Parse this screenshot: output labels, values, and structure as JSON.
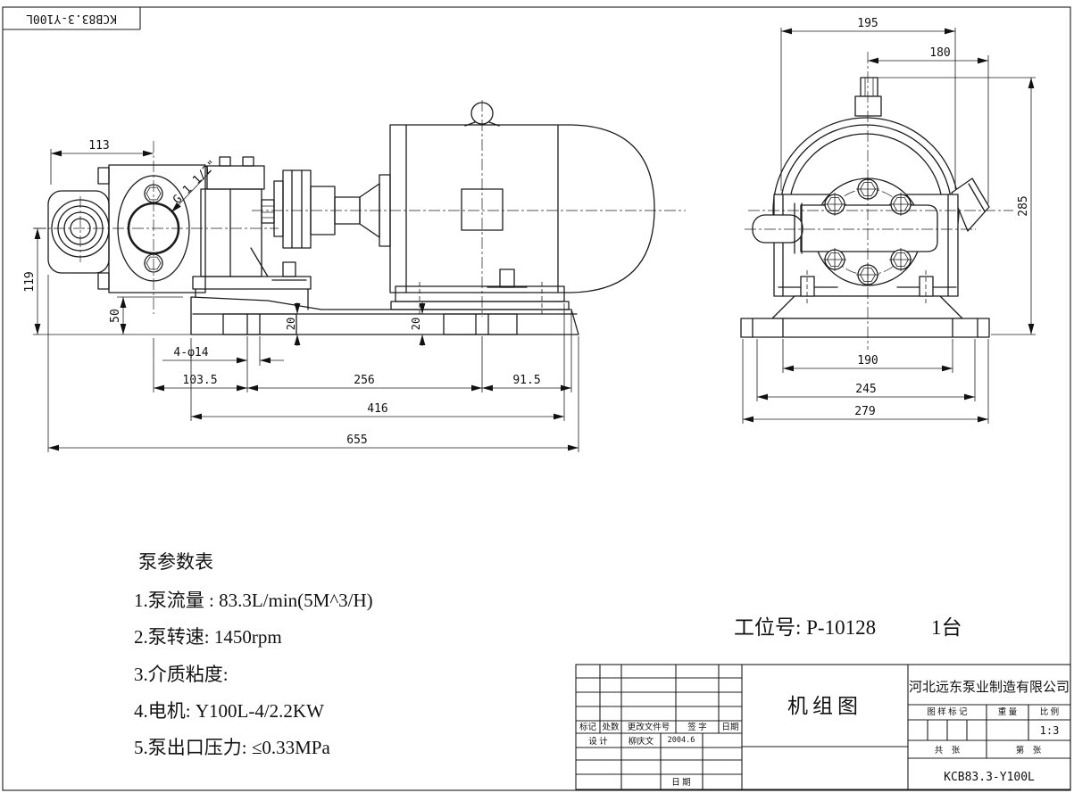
{
  "corner_label": "KCB83.3-Y100L",
  "front_view": {
    "port_label": "G 1 1/2\"",
    "dims": {
      "width_113": "113",
      "height_119": "119",
      "height_50": "50",
      "pad_20_left": "20",
      "pad_20_right": "20",
      "holes": "4-φ14",
      "span_103_5": "103.5",
      "span_256": "256",
      "span_91_5": "91.5",
      "span_416": "416",
      "span_655": "655"
    }
  },
  "side_view": {
    "dims": {
      "width_195": "195",
      "width_180": "180",
      "height_285": "285",
      "span_190": "190",
      "span_245": "245",
      "span_279": "279"
    }
  },
  "notes": {
    "title": "泵参数表",
    "items": [
      "1.泵流量 : 83.3L/min(5M^3/H)",
      "2.泵转速: 1450rpm",
      "3.介质粘度:",
      "4.电机: Y100L-4/2.2KW",
      "5.泵出口压力: ≤0.33MPa"
    ]
  },
  "station": {
    "label": "工位号: P-10128",
    "qty": "1台"
  },
  "title_block": {
    "drawing_title": "机组图",
    "company": "河北远东泵业制造有限公司",
    "mark_header": "图 样 标 记",
    "weight_header": "重 量",
    "scale_header": "比 例",
    "scale_value": "1:3",
    "sheets_total": "共　张",
    "sheet_no": "第　张",
    "part_number": "KCB83.3-Y100L",
    "rev": {
      "mark": "标记",
      "count": "处数",
      "doc_no": "更改文件号",
      "sign": "签 字",
      "date": "日期"
    },
    "design_label": "设 计",
    "designer": "柳庆文",
    "design_date": "2004.6",
    "date_label": "日 期"
  }
}
